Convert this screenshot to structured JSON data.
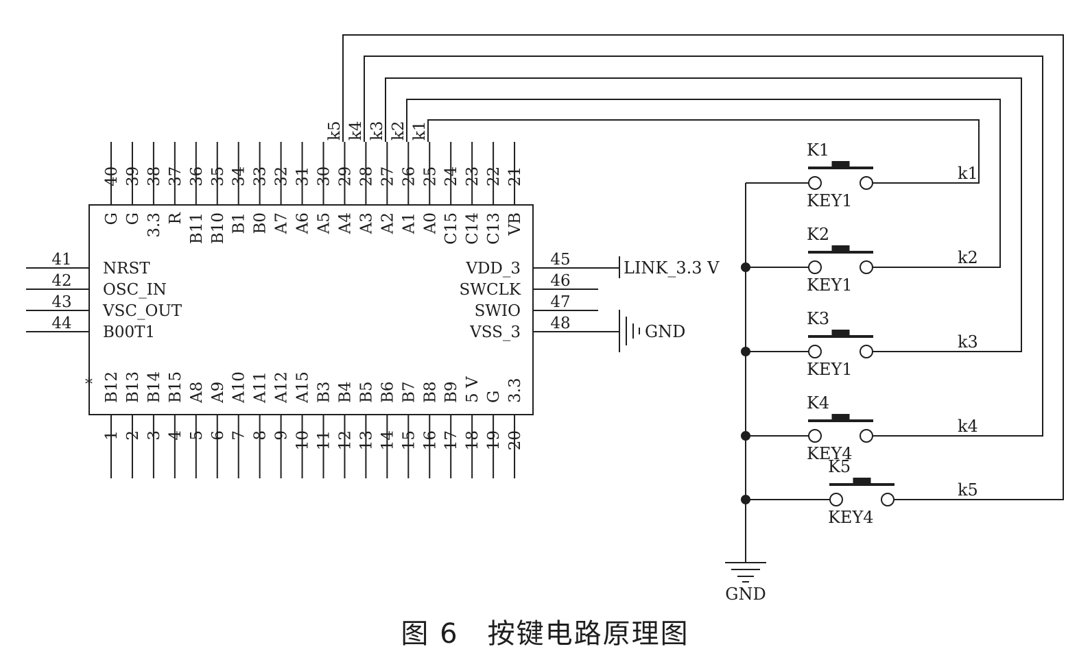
{
  "caption": "图 6　按键电路原理图",
  "chip": {
    "top_pins": [
      {
        "num": "40",
        "name": "G"
      },
      {
        "num": "39",
        "name": "G"
      },
      {
        "num": "38",
        "name": "3.3"
      },
      {
        "num": "37",
        "name": "R"
      },
      {
        "num": "36",
        "name": "B11"
      },
      {
        "num": "35",
        "name": "B10"
      },
      {
        "num": "34",
        "name": "B1"
      },
      {
        "num": "33",
        "name": "B0"
      },
      {
        "num": "32",
        "name": "A7"
      },
      {
        "num": "31",
        "name": "A6"
      },
      {
        "num": "30",
        "name": "A5"
      },
      {
        "num": "29",
        "name": "A4"
      },
      {
        "num": "28",
        "name": "A3"
      },
      {
        "num": "27",
        "name": "A2"
      },
      {
        "num": "26",
        "name": "A1"
      },
      {
        "num": "25",
        "name": "A0"
      },
      {
        "num": "24",
        "name": "C15"
      },
      {
        "num": "23",
        "name": "C14"
      },
      {
        "num": "22",
        "name": "C13"
      },
      {
        "num": "21",
        "name": "VB"
      }
    ],
    "bottom_pins": [
      {
        "num": "1",
        "name": "B12"
      },
      {
        "num": "2",
        "name": "B13"
      },
      {
        "num": "3",
        "name": "B14"
      },
      {
        "num": "4",
        "name": "B15"
      },
      {
        "num": "5",
        "name": "A8"
      },
      {
        "num": "6",
        "name": "A9"
      },
      {
        "num": "7",
        "name": "A10"
      },
      {
        "num": "8",
        "name": "A11"
      },
      {
        "num": "9",
        "name": "A12"
      },
      {
        "num": "10",
        "name": "A15"
      },
      {
        "num": "11",
        "name": "B3"
      },
      {
        "num": "12",
        "name": "B4"
      },
      {
        "num": "13",
        "name": "B5"
      },
      {
        "num": "14",
        "name": "B6"
      },
      {
        "num": "15",
        "name": "B7"
      },
      {
        "num": "16",
        "name": "B8"
      },
      {
        "num": "17",
        "name": "B9"
      },
      {
        "num": "18",
        "name": "5 V"
      },
      {
        "num": "19",
        "name": "G"
      },
      {
        "num": "20",
        "name": "3.3"
      }
    ],
    "left_pins": [
      {
        "num": "41",
        "name": "NRST"
      },
      {
        "num": "42",
        "name": "OSC_IN"
      },
      {
        "num": "43",
        "name": "VSC_OUT"
      },
      {
        "num": "44",
        "name": "B00T1"
      }
    ],
    "right_pins": [
      {
        "num": "45",
        "name": "VDD_3"
      },
      {
        "num": "46",
        "name": "SWCLK"
      },
      {
        "num": "47",
        "name": "SWIO"
      },
      {
        "num": "48",
        "name": "VSS_3"
      }
    ],
    "pin1_marker": "*"
  },
  "net_labels_top": [
    "k5",
    "k4",
    "k3",
    "k2",
    "k1"
  ],
  "power_label": "LINK_3.3 V",
  "chip_gnd_label": "GND",
  "keys": [
    {
      "ref": "K1",
      "part": "KEY1",
      "net": "k1"
    },
    {
      "ref": "K2",
      "part": "KEY1",
      "net": "k2"
    },
    {
      "ref": "K3",
      "part": "KEY1",
      "net": "k3"
    },
    {
      "ref": "K4",
      "part": "KEY4",
      "net": "k4"
    },
    {
      "ref": "K5",
      "part": "KEY4",
      "net": "k5"
    }
  ],
  "gnd_label": "GND"
}
